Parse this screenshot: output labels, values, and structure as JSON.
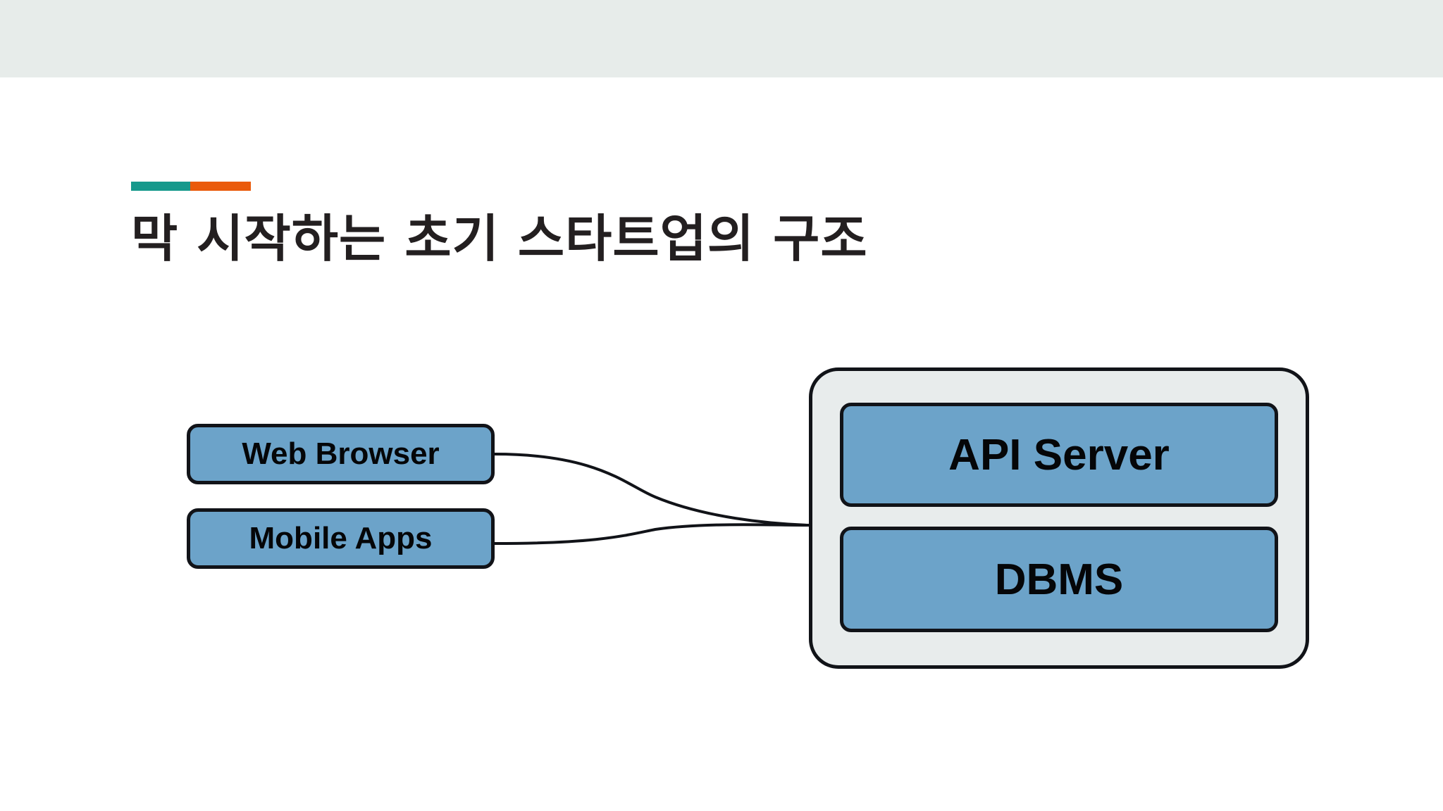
{
  "slide": {
    "title": "막 시작하는 초기 스타트업의 구조",
    "accent": {
      "teal": "#16998c",
      "orange": "#ea5a0b"
    },
    "top_band_color": "#e7ecea",
    "background_color": "#ffffff"
  },
  "diagram": {
    "type": "architecture-diagram",
    "node_fill": "#6ca3c9",
    "node_border": "#111318",
    "container_fill": "#e8ecec",
    "clients": [
      {
        "id": "web-browser",
        "label": "Web Browser"
      },
      {
        "id": "mobile-apps",
        "label": "Mobile Apps"
      }
    ],
    "server": {
      "id": "server-container",
      "label": "",
      "children": [
        {
          "id": "api-server",
          "label": "API Server"
        },
        {
          "id": "dbms",
          "label": "DBMS"
        }
      ]
    },
    "connections": [
      {
        "from": "web-browser",
        "to": "server-container"
      },
      {
        "from": "mobile-apps",
        "to": "server-container"
      }
    ]
  }
}
